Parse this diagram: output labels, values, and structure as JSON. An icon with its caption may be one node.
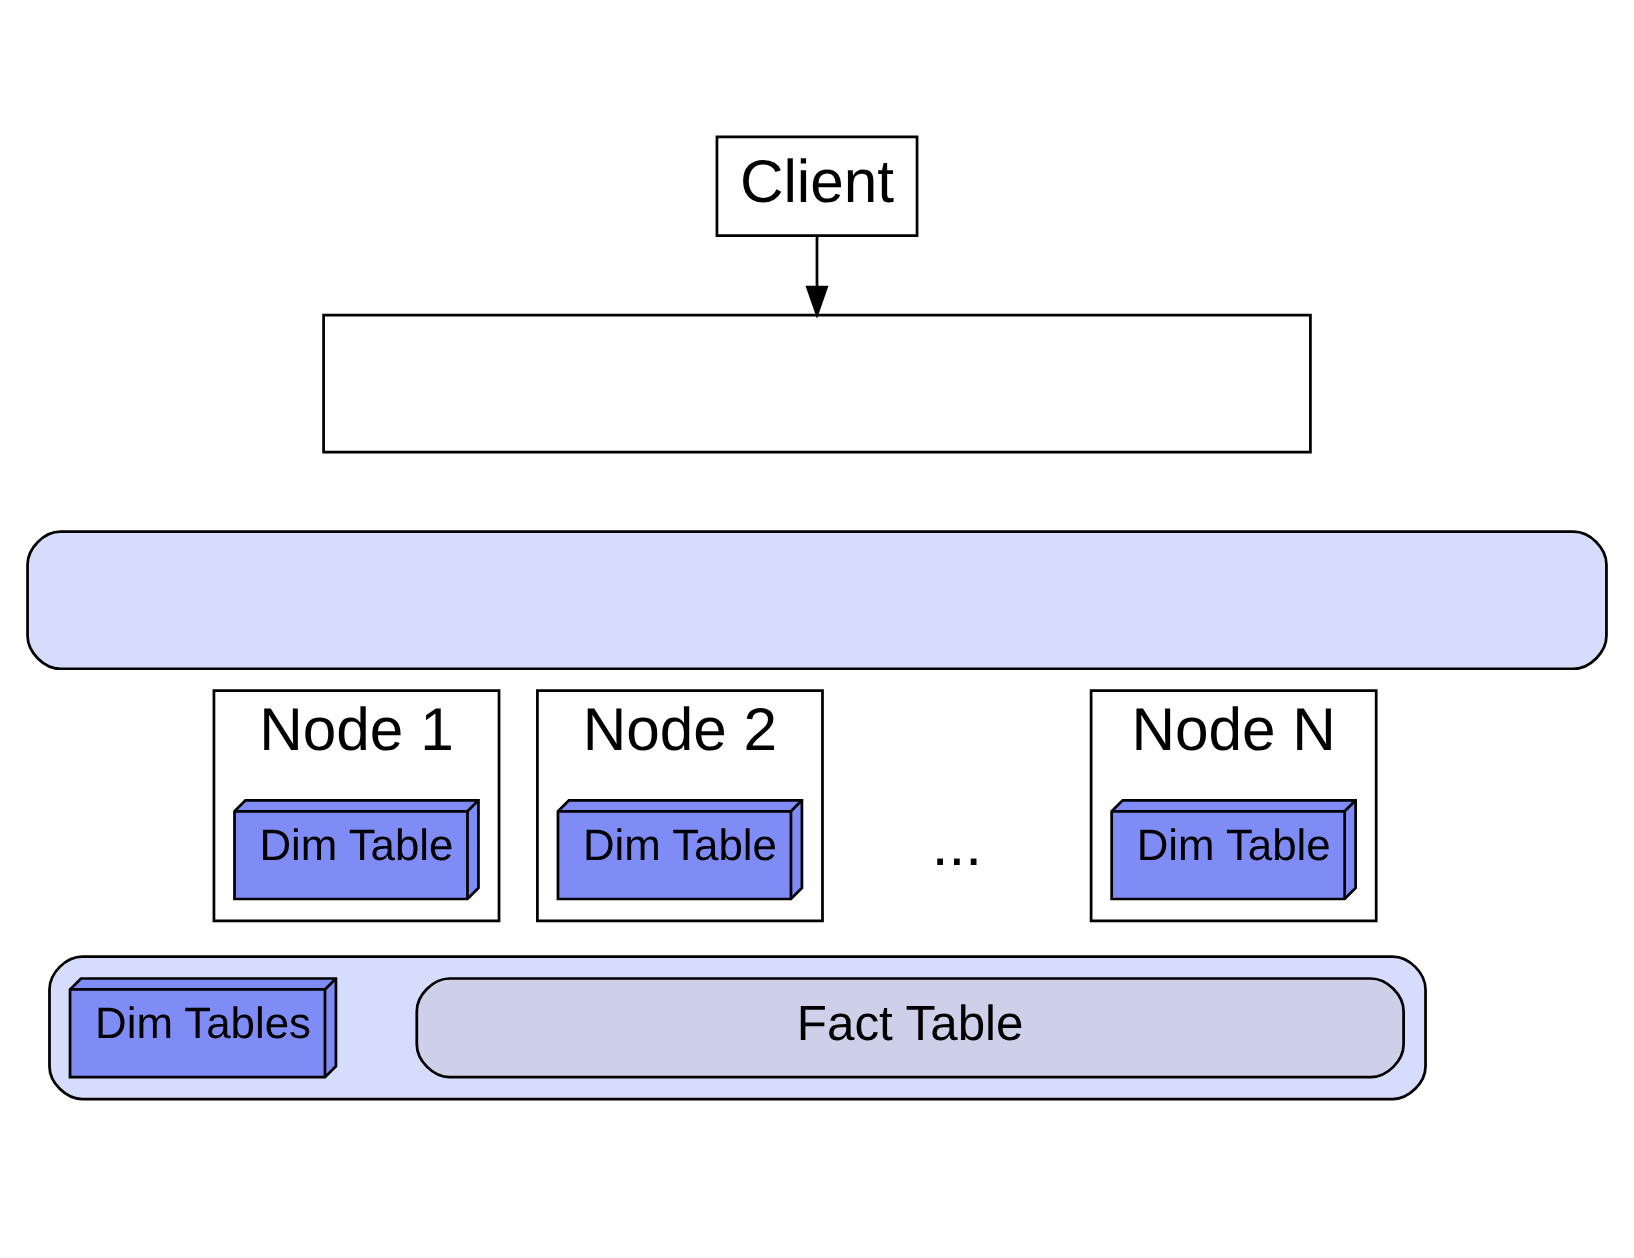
{
  "diagram": {
    "nodes": [
      {
        "text": [
          "Client"
        ]
      },
      {
        "text": [],
        "shape": "box"
      },
      {
        "text": [],
        "shape": "box"
      },
      {
        "text": [
          "Node 1"
        ]
      },
      {
        "text": [
          "Dim Table"
        ],
        "in": 3
      },
      {
        "text": [
          "Node 2"
        ]
      },
      {
        "text": [
          "Dim Table"
        ],
        "in": 5
      },
      {
        "text": [
          "Node N"
        ]
      },
      {
        "text": [
          "Dim Table"
        ],
        "in": 7
      },
      {
        "text": [],
        "shape": "box"
      },
      {
        "text": [
          "Fact Table"
        ],
        "in": 9
      },
      {
        "text": [
          "Dim Tables"
        ],
        "in": 9
      }
    ],
    "edges": [
      {
        "from": 0,
        "to": 1,
        "arrow": "to"
      }
    ],
    "labels": [
      "..."
    ]
  }
}
